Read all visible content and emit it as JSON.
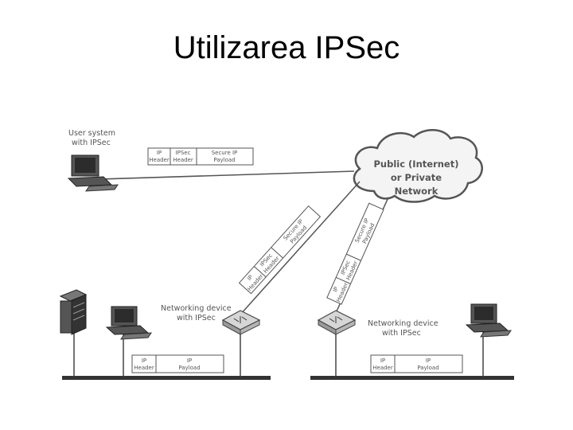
{
  "title": "Utilizarea IPSec",
  "cloud": {
    "line1": "Public (Internet)",
    "line2": "or Private",
    "line3": "Network"
  },
  "user_system": {
    "line1": "User system",
    "line2": "with IPSec"
  },
  "device_left": {
    "line1": "Networking device",
    "line2": "with IPSec"
  },
  "device_right": {
    "line1": "Networking device",
    "line2": "with IPSec"
  },
  "ipsec_packet": {
    "ip_header": [
      "IP",
      "Header"
    ],
    "ipsec_header": [
      "IPSec",
      "Header"
    ],
    "payload": [
      "Secure IP",
      "Payload"
    ]
  },
  "plain_packet": {
    "ip_header": [
      "IP",
      "Header"
    ],
    "payload": [
      "IP",
      "Payload"
    ]
  },
  "colors": {
    "line": "#444444",
    "device_fill": "#d6d6d6",
    "dark": "#333333"
  }
}
